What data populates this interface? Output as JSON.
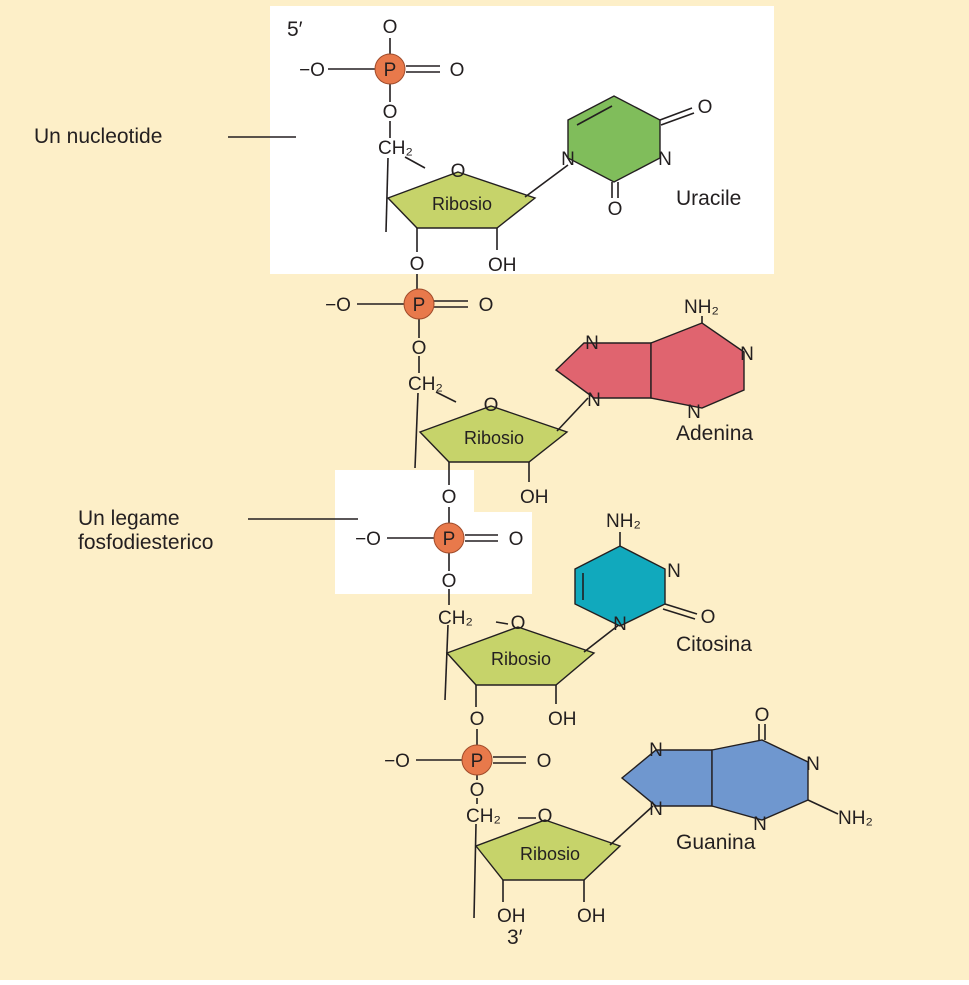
{
  "labels": {
    "five_prime": "5′",
    "three_prime": "3′",
    "nucleotide": "Un nucleotide",
    "bond_line1": "Un legame",
    "bond_line2": "fosfodiesterico"
  },
  "atoms": {
    "phosphorus": "P",
    "oxygen": "O",
    "oxygen_anion": "−O",
    "methylene": "CH₂",
    "hydroxyl": "OH",
    "nitrogen": "N",
    "amino": "NH₂"
  },
  "sugar_name": "Ribosio",
  "bases": [
    "Uracile",
    "Adenina",
    "Citosina",
    "Guanina"
  ],
  "colors": {
    "background": "#fdefc8",
    "highlight": "#ffffff",
    "phosphate": "#e8794b",
    "ribose": "#c6d36a",
    "uracil": "#80bd5b",
    "adenine": "#e0646f",
    "cytosine": "#11a9bd",
    "guanine": "#6f97cf"
  }
}
